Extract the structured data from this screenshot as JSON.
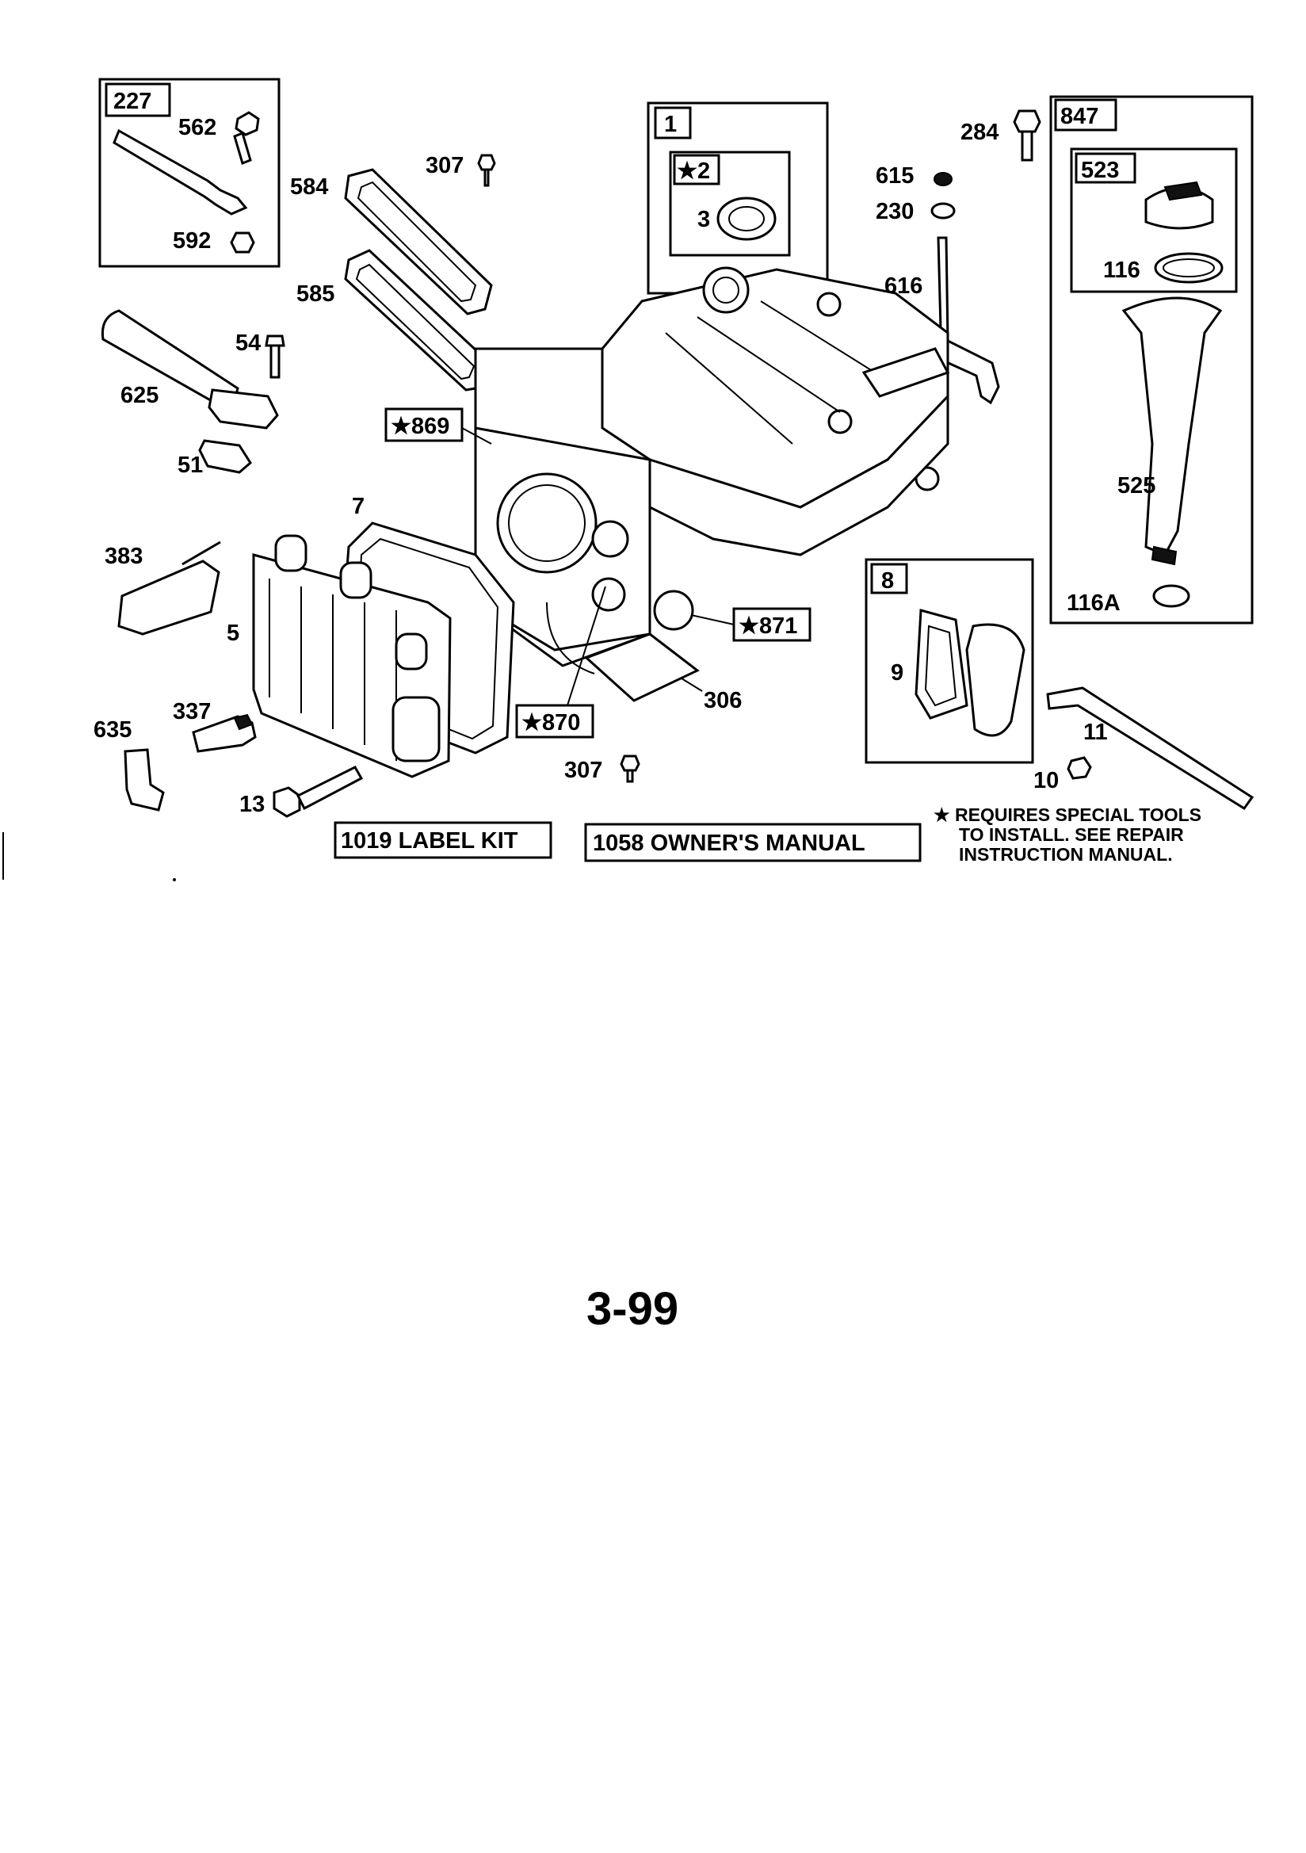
{
  "kit_boxes": {
    "k227": "227",
    "k1": "1",
    "k2": "★2",
    "k847": "847",
    "k523": "523",
    "k869": "★869",
    "k871": "★871",
    "k870": "★870",
    "k8": "8"
  },
  "callouts": {
    "c562": "562",
    "c592": "592",
    "c584": "584",
    "c585": "585",
    "c307a": "307",
    "c3": "3",
    "c284": "284",
    "c615": "615",
    "c230": "230",
    "c616": "616",
    "c116": "116",
    "c525": "525",
    "c116a": "116A",
    "c54": "54",
    "c625": "625",
    "c51": "51",
    "c7": "7",
    "c383": "383",
    "c5": "5",
    "c337": "337",
    "c635": "635",
    "c13": "13",
    "c306": "306",
    "c307b": "307",
    "c9": "9",
    "c11": "11",
    "c10": "10"
  },
  "kits": {
    "label_kit": "1019 LABEL KIT",
    "owners_manual": "1058 OWNER'S MANUAL"
  },
  "note": {
    "line1": "★ REQUIRES SPECIAL TOOLS",
    "line2": "TO INSTALL.  SEE REPAIR",
    "line3": "INSTRUCTION MANUAL."
  },
  "page_number": "3-99"
}
